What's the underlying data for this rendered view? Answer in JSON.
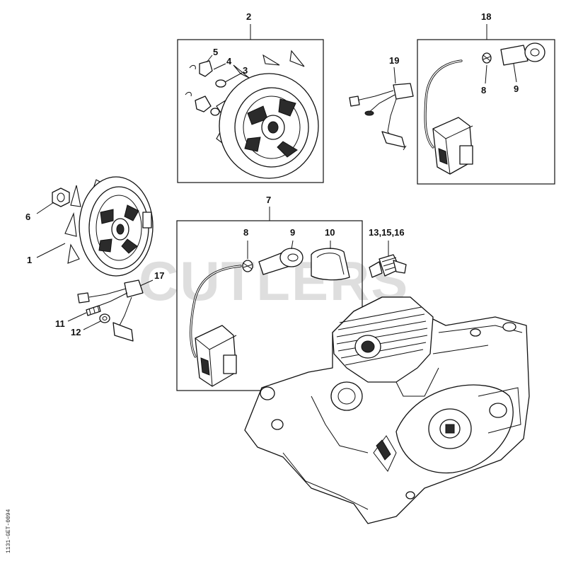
{
  "watermark": "CUTLERS",
  "drawing_code": "1131-GET-0094",
  "callouts": {
    "c1": "1",
    "c2": "2",
    "c3": "3",
    "c4": "4",
    "c5": "5",
    "c6": "6",
    "c7": "7",
    "c8a": "8",
    "c8b": "8",
    "c9a": "9",
    "c9b": "9",
    "c10": "10",
    "c11": "11",
    "c12": "12",
    "c13": "13,15,16",
    "c17": "17",
    "c18": "18",
    "c19": "19"
  }
}
